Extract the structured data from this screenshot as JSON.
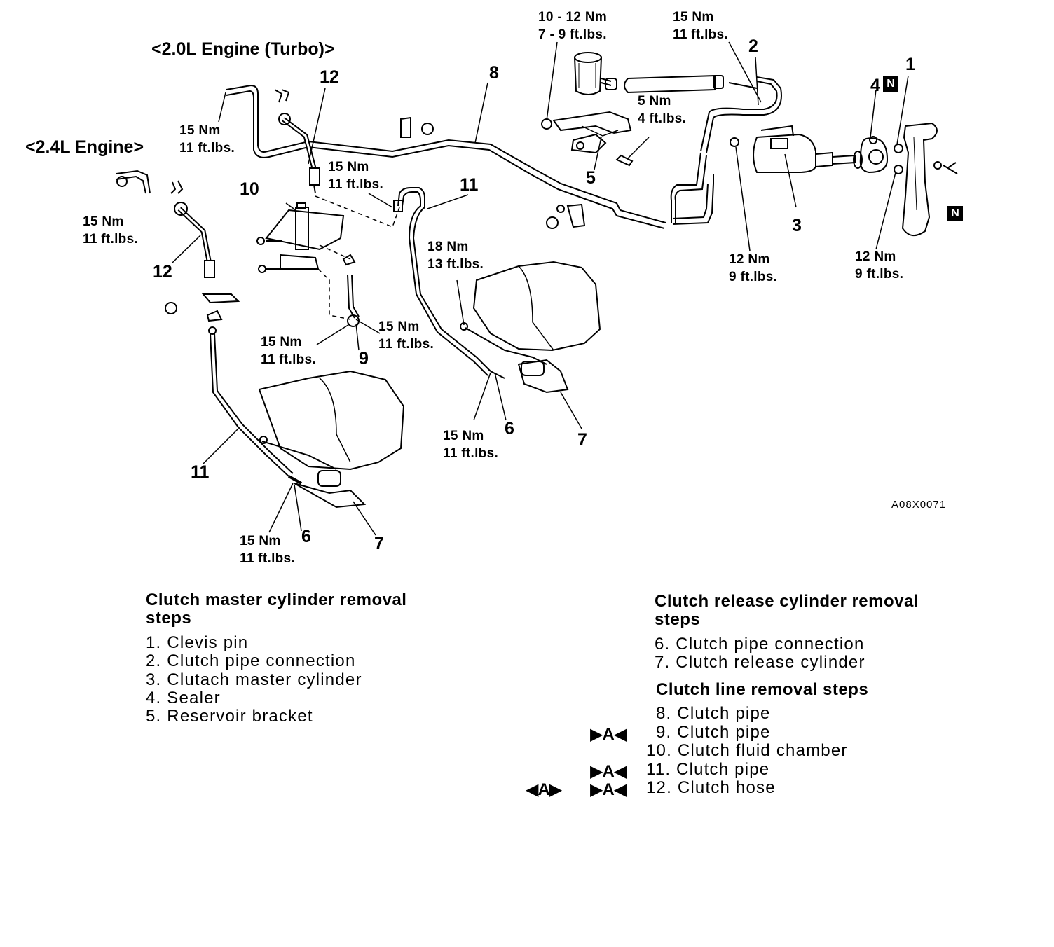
{
  "engines": {
    "turbo": "<2.0L Engine (Turbo)>",
    "l24": "<2.4L Engine>"
  },
  "torques": {
    "t1": [
      "10 - 12 Nm",
      "7 - 9 ft.lbs."
    ],
    "t2": [
      "15 Nm",
      "11 ft.lbs."
    ],
    "t3": [
      "15 Nm",
      "11 ft.lbs."
    ],
    "t4": [
      "5 Nm",
      "4 ft.lbs."
    ],
    "t5": [
      "15 Nm",
      "11 ft.lbs."
    ],
    "t6": [
      "15 Nm",
      "11 ft.lbs."
    ],
    "t7": [
      "12 Nm",
      "9 ft.lbs."
    ],
    "t8": [
      "12 Nm",
      "9 ft.lbs."
    ],
    "t9": [
      "18 Nm",
      "13 ft.lbs."
    ],
    "t10": [
      "15 Nm",
      "11 ft.lbs."
    ],
    "t11": [
      "15 Nm",
      "11 ft.lbs."
    ],
    "t12": [
      "15 Nm",
      "11 ft.lbs."
    ],
    "t13": [
      "15 Nm",
      "11 ft.lbs."
    ]
  },
  "part_numbers": {
    "n1": "1",
    "n2": "2",
    "n3": "3",
    "n4": "4",
    "n5": "5",
    "n6a": "6",
    "n6b": "6",
    "n7a": "7",
    "n7b": "7",
    "n8": "8",
    "n9": "9",
    "n10": "10",
    "n11a": "11",
    "n11b": "11",
    "n12a": "12",
    "n12b": "12"
  },
  "n_mark": "N",
  "figure_code": "A08X0071",
  "master_steps": {
    "heading": [
      "Clutch master cylinder removal",
      "steps"
    ],
    "items": [
      "1. Clevis pin",
      "2. Clutch pipe connection",
      "3. Clutach master cylinder",
      "4. Sealer",
      "5. Reservoir bracket"
    ]
  },
  "release_steps": {
    "heading": [
      "Clutch release cylinder removal",
      "steps"
    ],
    "items": [
      "6. Clutch pipe connection",
      "7. Clutch release cylinder"
    ]
  },
  "line_steps": {
    "heading": "Clutch line removal steps",
    "items": [
      {
        "text": "8. Clutch pipe",
        "marks": ""
      },
      {
        "text": "9. Clutch pipe",
        "marks": "▶A◀"
      },
      {
        "text": "10. Clutch fluid chamber",
        "marks": ""
      },
      {
        "text": "11. Clutch pipe",
        "marks": "▶A◀"
      },
      {
        "text": "12. Clutch hose",
        "marks": "▶A◀",
        "marks_left": "◀A▶"
      }
    ]
  }
}
